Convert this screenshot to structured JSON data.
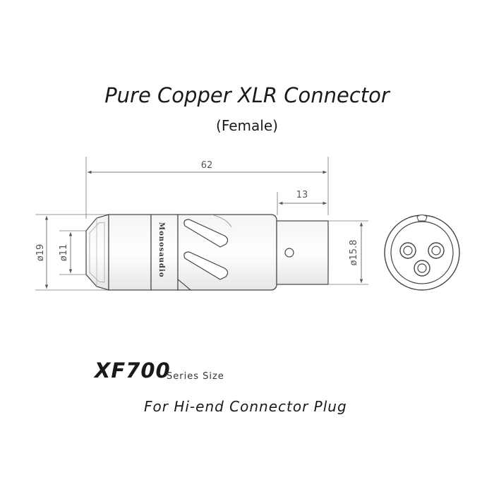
{
  "header": {
    "title": "Pure Copper XLR Connector",
    "subtitle": "(Female)"
  },
  "dimensions": {
    "overall_length": "62",
    "tail_length": "13",
    "body_diameter": "ø19",
    "inner_diameter": "ø11",
    "tail_diameter": "ø15.8"
  },
  "brand": "Monosaudio",
  "footer": {
    "model": "XF700",
    "series": "Series Size",
    "tagline": "For Hi-end Connector Plug"
  }
}
